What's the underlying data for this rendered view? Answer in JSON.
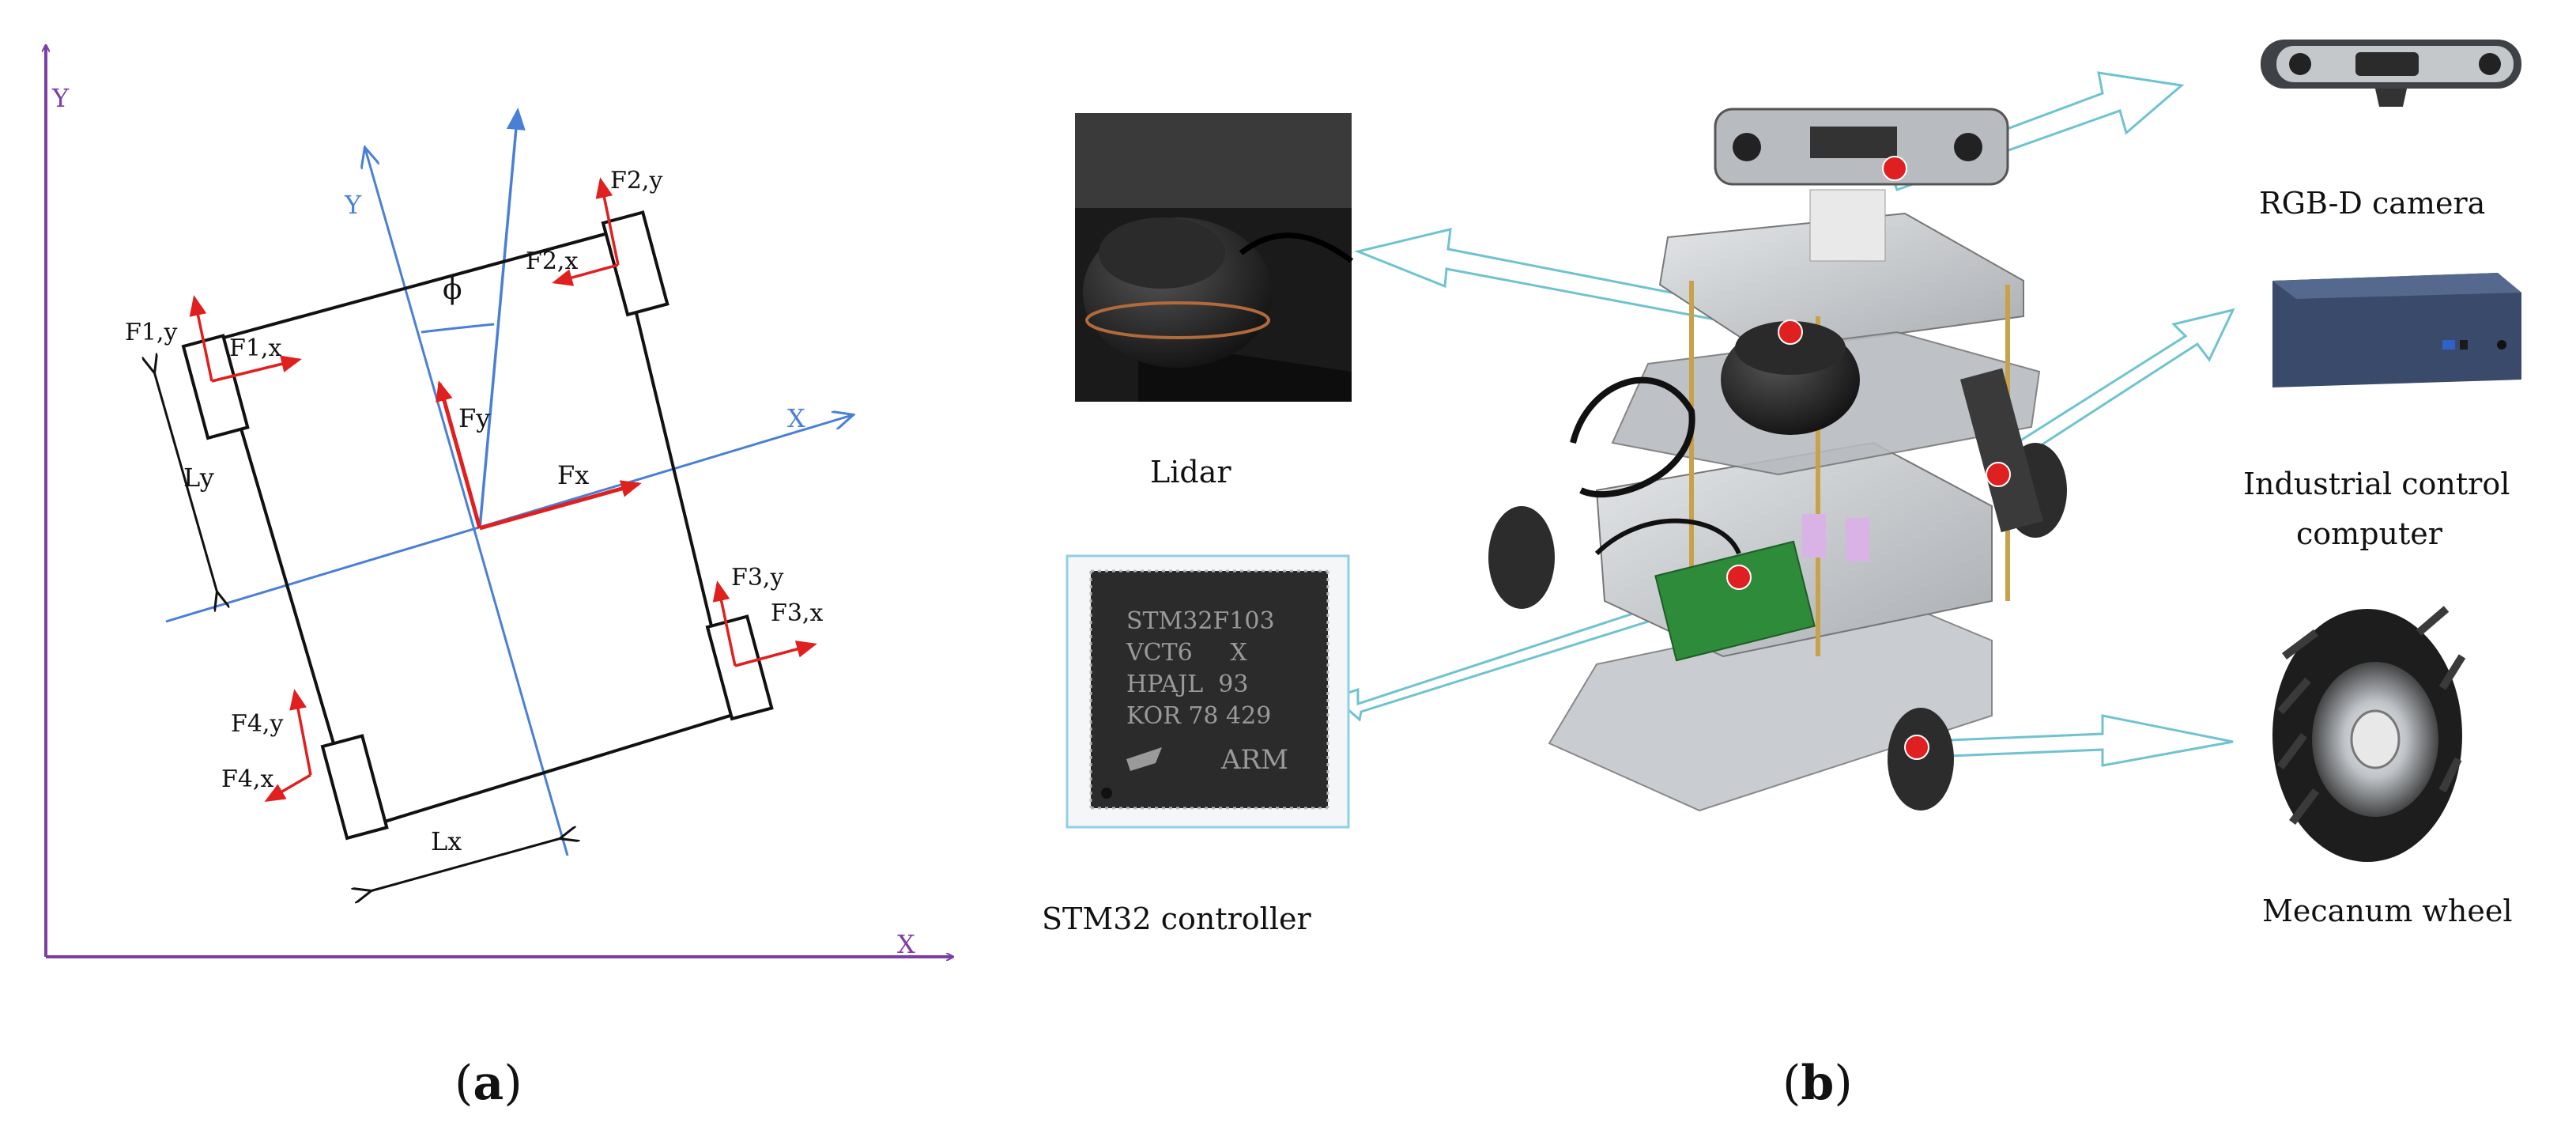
{
  "panel_a": {
    "global_axes": {
      "y": "Y",
      "x": "X"
    },
    "body_axes": {
      "y": "Y",
      "x": "X"
    },
    "angle": "ϕ",
    "forces": {
      "fx": "Fx",
      "fy": "Fy",
      "f1x": "F1,x",
      "f1y": "F1,y",
      "f2x": "F2,x",
      "f2y": "F2,y",
      "f3x": "F3,x",
      "f3y": "F3,y",
      "f4x": "F4,x",
      "f4y": "F4,y"
    },
    "dimensions": {
      "lx": "Lx",
      "ly": "Ly"
    },
    "caption": {
      "open": "(",
      "letter": "a",
      "close": ")"
    }
  },
  "panel_b": {
    "components": {
      "lidar": "Lidar",
      "stm32": "STM32 controller",
      "rgbd": "RGB-D camera",
      "ipc_line1": "Industrial control",
      "ipc_line2": "computer",
      "wheel": "Mecanum wheel"
    },
    "chip_text": {
      "line1": "STM32F103",
      "line2": "VCT6     X",
      "line3": "HPAJL  93",
      "line4": "KOR 78 429",
      "brand": "ARM"
    },
    "caption": {
      "open": "(",
      "letter": "b",
      "close": ")"
    }
  },
  "colors": {
    "global_axis": "#7b3fa6",
    "body_axis": "#4a7fd6",
    "force": "#e01f1f",
    "outline": "#111111",
    "callout": "#6fc3d0",
    "marker": "#e02020"
  }
}
